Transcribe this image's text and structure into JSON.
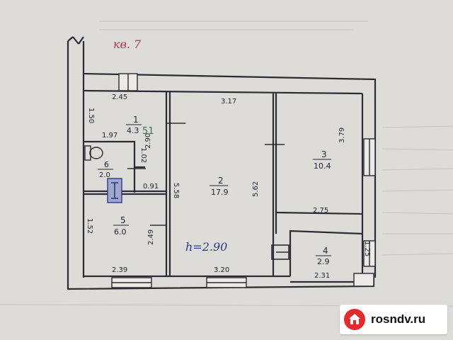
{
  "apartment_label": "кв. 7",
  "ceiling_height": "h=2.90",
  "rooms": [
    {
      "number": "1",
      "area": "4.3"
    },
    {
      "number": "2",
      "area": "17.9"
    },
    {
      "number": "3",
      "area": "10.4"
    },
    {
      "number": "4",
      "area": "2.9"
    },
    {
      "number": "5",
      "area": "6.0"
    },
    {
      "number": "6",
      "area": "2.0"
    }
  ],
  "room1_corrected_area": "51",
  "dimensions": {
    "d245": "2.45",
    "d317": "3.17",
    "d150": "1.50",
    "d197": "1.97",
    "d290": "2.90",
    "d102": "1.02",
    "d379": "3.79",
    "d091": "0.91",
    "d558": "5.58",
    "d562": "5.62",
    "d275": "2.75",
    "d152": "1.52",
    "d249": "2.49",
    "d125": "1.25",
    "d239": "2.39",
    "d320": "3.20",
    "d231": "2.31"
  },
  "watermark": "rosndv.ru",
  "colors": {
    "paper": "#dedcd9",
    "wall": "#2b2b33",
    "ink": "#1f2430",
    "red": "#c2334a",
    "green": "#2f7d4a",
    "brand": "#e32b2b"
  }
}
